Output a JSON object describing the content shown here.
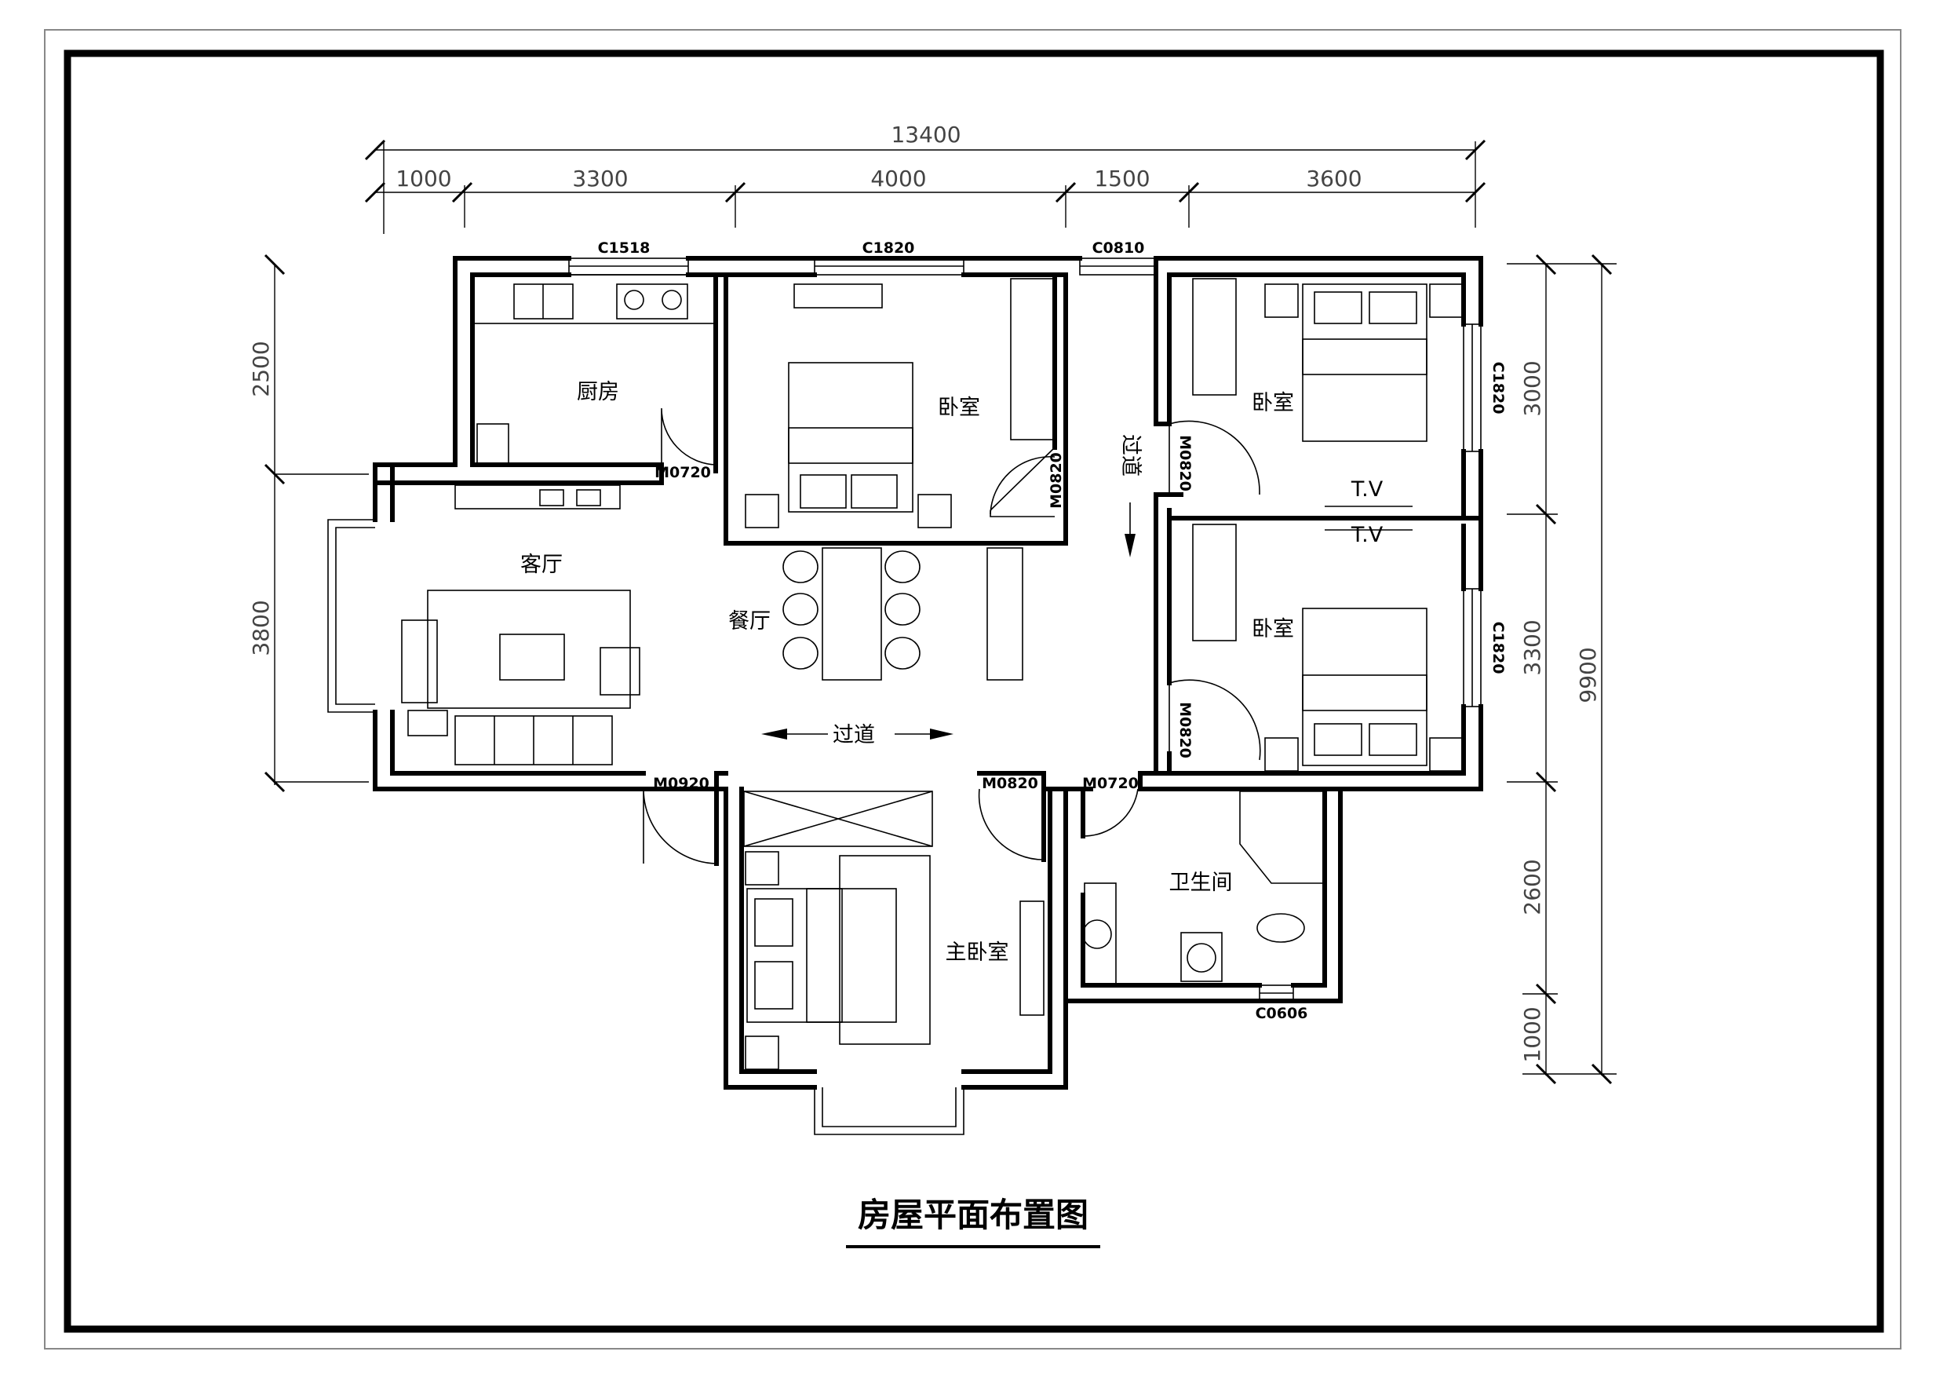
{
  "title": "房屋平面布置图",
  "dimensions": {
    "top_total": "13400",
    "top_segments": [
      "1000",
      "3300",
      "4000",
      "1500",
      "3600"
    ],
    "left_segments": [
      "2500",
      "3800"
    ],
    "right_inner_segments": [
      "3000",
      "3300",
      "2600",
      "1000"
    ],
    "right_total": "9900"
  },
  "rooms": {
    "kitchen": "厨房",
    "bedroom_top_mid": "卧室",
    "bedroom_top_right": "卧室",
    "bedroom_mid_right": "卧室",
    "living_room": "客厅",
    "dining_room": "餐厅",
    "corridor_horizontal": "过道",
    "corridor_vertical": "过道",
    "master_bedroom": "主卧室",
    "bathroom": "卫生间"
  },
  "openings": {
    "window_kitchen": "C1518",
    "window_bedroom_top": "C1820",
    "window_corridor": "C0810",
    "window_bedroom_right_top": "C1820",
    "window_bedroom_right_mid": "C1820",
    "window_bathroom": "C0606",
    "door_kitchen": "M0720",
    "door_bedroom_top": "M0820",
    "door_bedroom_right_top": "M0820",
    "door_bedroom_right_mid": "M0820",
    "door_living": "M0920",
    "door_master": "M0820",
    "door_bathroom": "M0720"
  },
  "labels": {
    "tv_top": "T.V",
    "tv_bottom": "T.V"
  }
}
